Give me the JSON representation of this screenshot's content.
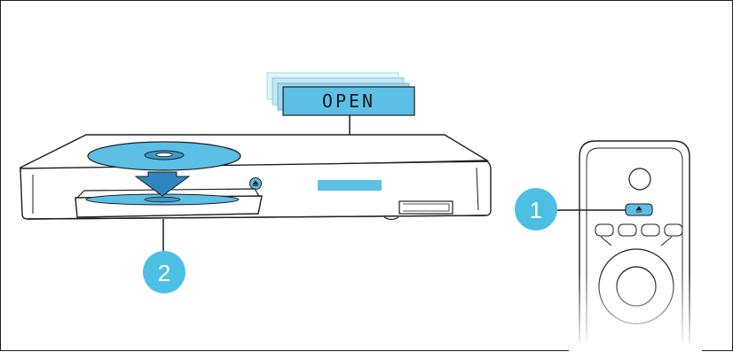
{
  "display": {
    "text": "OPEN"
  },
  "steps": [
    {
      "number": "1"
    },
    {
      "number": "2"
    }
  ],
  "colors": {
    "accent": "#45b8e2",
    "disc": "#5cbfe6",
    "stroke": "#1f1f1f",
    "badge": "#4cc0e4"
  },
  "icons": {
    "eject": "eject-icon"
  }
}
